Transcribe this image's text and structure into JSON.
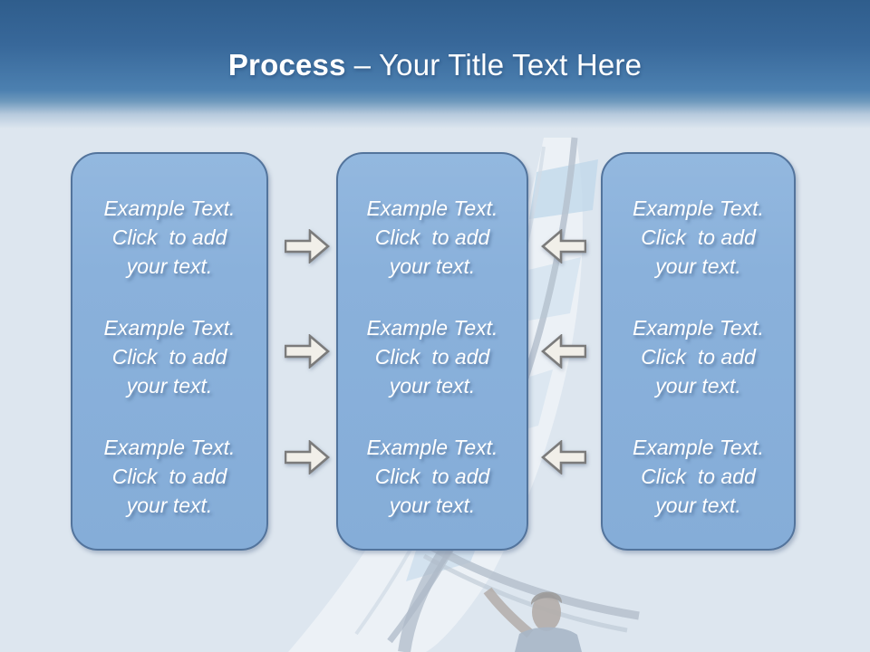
{
  "header": {
    "title_bold": "Process",
    "title_rest": "– Your Title Text Here"
  },
  "columns": [
    {
      "name": "left",
      "blocks": [
        "Example Text.\nClick  to add\nyour text.",
        "Example Text.\nClick  to add\nyour text.",
        "Example Text.\nClick  to add\nyour text."
      ]
    },
    {
      "name": "middle",
      "blocks": [
        "Example Text.\nClick  to add\nyour text.",
        "Example Text.\nClick  to add\nyour text.",
        "Example Text.\nClick  to add\nyour text."
      ]
    },
    {
      "name": "right",
      "blocks": [
        "Example Text.\nClick  to add\nyour text.",
        "Example Text.\nClick  to add\nyour text.",
        "Example Text.\nClick  to add\nyour text."
      ]
    }
  ],
  "arrows": {
    "between_left_and_middle": {
      "count": 3,
      "direction": "right",
      "icon": "arrow-right-icon",
      "glyph": "⇨"
    },
    "between_middle_and_right": {
      "count": 3,
      "direction": "left",
      "icon": "arrow-left-icon",
      "glyph": "⇦"
    }
  },
  "background": {
    "image_subject": "faded windsurfer with sail"
  },
  "colors": {
    "header_gradient_top": "#2f5d8c",
    "header_gradient_bottom": "#4c80b0",
    "body_background": "#dde6ef",
    "box_fill": "#8ab1db",
    "box_border": "#53749c",
    "box_text": "#ffffff",
    "title_text": "#ffffff",
    "arrow_fill": "#f1efe9",
    "arrow_stroke": "#7b7b7b"
  }
}
